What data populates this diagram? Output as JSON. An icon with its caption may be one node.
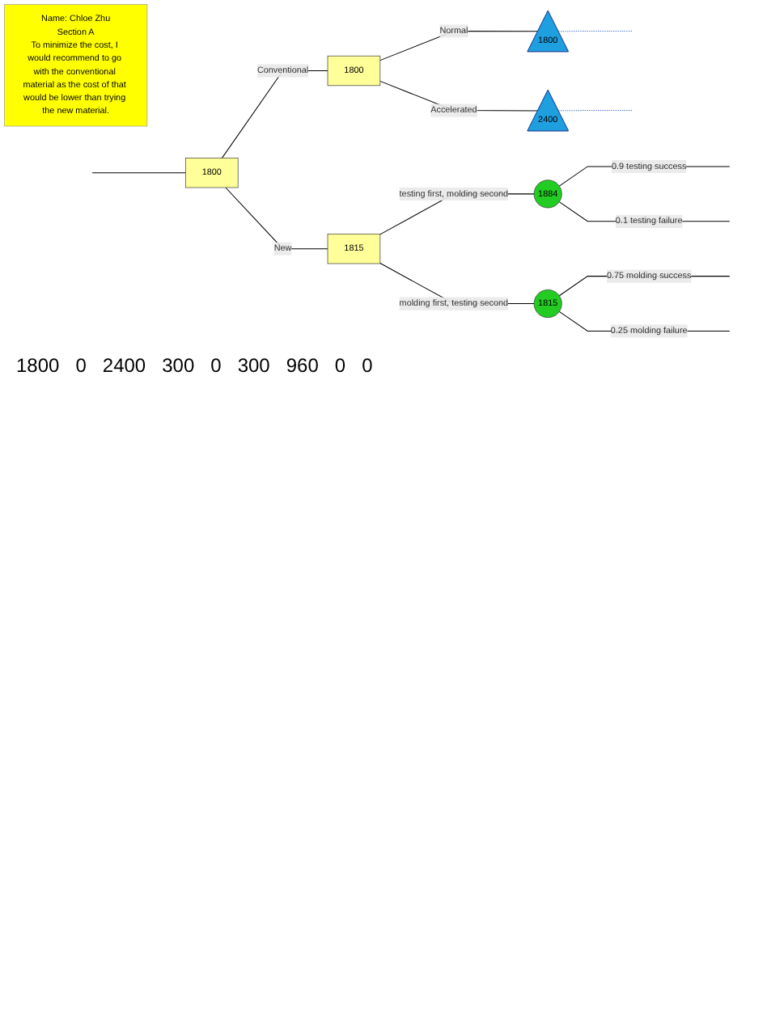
{
  "diagram": {
    "nodes": [
      {
        "text": [
          "1800"
        ]
      },
      {
        "text": [
          "1800"
        ]
      },
      {
        "text": [
          "1800"
        ]
      },
      {
        "text": [
          "2400"
        ]
      },
      {
        "text": [
          "1815"
        ]
      },
      {
        "text": [
          "1884"
        ]
      },
      {
        "text": [
          "1815"
        ]
      },
      {
        "text": [
          "Name: Chloe Zhu",
          "Section A",
          "To minimize the cost, I would recommend to go with the conventional material as the cost of that would be lower than trying the new material."
        ]
      }
    ],
    "edges": [
      {
        "from": null,
        "to": 0,
        "arrow": "none"
      },
      {
        "from": 0,
        "to": 1,
        "arrow": "none",
        "label": "Conventional"
      },
      {
        "from": 0,
        "to": 4,
        "arrow": "none",
        "label": "New"
      },
      {
        "from": 1,
        "to": 2,
        "arrow": "none",
        "label": "Normal"
      },
      {
        "from": 1,
        "to": 3,
        "arrow": "none",
        "label": "Accelerated"
      },
      {
        "from": 2,
        "to": null,
        "arrow": "none",
        "style": "dashed",
        "color": "#4472c4"
      },
      {
        "from": 3,
        "to": null,
        "arrow": "none",
        "style": "dashed",
        "color": "#4472c4"
      },
      {
        "from": 4,
        "to": 5,
        "arrow": "none",
        "label": "testing first, molding second"
      },
      {
        "from": 4,
        "to": 6,
        "arrow": "none",
        "label": "molding first, testing second"
      },
      {
        "from": 5,
        "to": null,
        "arrow": "none",
        "label": "0.9 testing success"
      },
      {
        "from": 5,
        "to": null,
        "arrow": "none",
        "label": "0.1 testing failure"
      },
      {
        "from": 6,
        "to": null,
        "arrow": "none",
        "label": "0.75 molding success"
      },
      {
        "from": 6,
        "to": null,
        "arrow": "none",
        "label": "0.25 molding failure"
      }
    ],
    "labels": [
      "1800",
      "0",
      "2400",
      "300",
      "0",
      "300",
      "960",
      "0",
      "0"
    ]
  }
}
